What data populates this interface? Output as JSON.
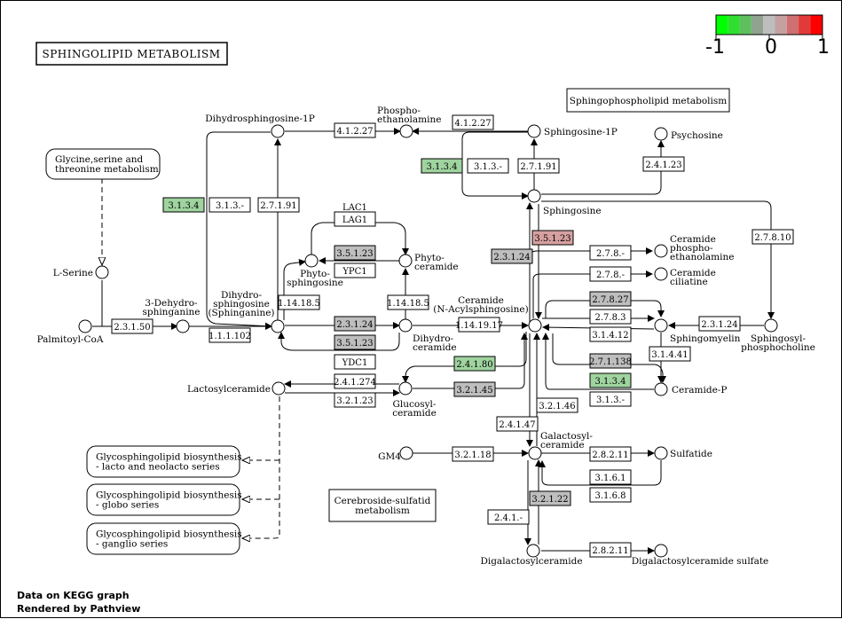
{
  "title": "SPHINGOLIPID METABOLISM",
  "footer": [
    "Data on KEGG graph",
    "Rendered by Pathview"
  ],
  "legend": {
    "min_label": "-1",
    "mid_label": "0",
    "max_label": "1",
    "colors": [
      "#00ff00",
      "#2fdf2f",
      "#5fbf5f",
      "#8fa38f",
      "#bebebe",
      "#c5a0a0",
      "#d07070",
      "#e03a3a",
      "#ff0000"
    ]
  },
  "colors": {
    "grey": "#bebebe",
    "green": "#9fd39f",
    "red": "#d6a0a0",
    "box": "#ffffff"
  },
  "maps": [
    {
      "id": "map-sphingophospholipid",
      "lines": [
        "Sphingophospholipid metabolism"
      ]
    },
    {
      "id": "map-gly-ser-thr",
      "lines": [
        "Glycine,serine and",
        "threonine metabolism"
      ]
    },
    {
      "id": "map-cerebroside",
      "lines": [
        "Cerebroside-sulfatid",
        "metabolism"
      ]
    },
    {
      "id": "map-gsl-lacto",
      "lines": [
        "Glycosphingolipid biosynthesis",
        "- lacto and neolacto series"
      ]
    },
    {
      "id": "map-gsl-globo",
      "lines": [
        "Glycosphingolipid biosynthesis",
        "- globo series"
      ]
    },
    {
      "id": "map-gsl-ganglio",
      "lines": [
        "Glycosphingolipid biosynthesis",
        "- ganglio series"
      ]
    }
  ],
  "compounds": [
    {
      "id": "palmitoyl-coa",
      "lines": [
        "Palmitoyl-CoA"
      ]
    },
    {
      "id": "l-serine",
      "lines": [
        "L-Serine"
      ]
    },
    {
      "id": "3-dehydrosphinganine",
      "lines": [
        "3-Dehydro-",
        "sphinganine"
      ]
    },
    {
      "id": "dihydrosphingosine",
      "lines": [
        "Dihydro-",
        "sphingosine",
        "(Sphinganine)"
      ]
    },
    {
      "id": "dihydrosphingosine-1p",
      "lines": [
        "Dihydrosphingosine-1P"
      ]
    },
    {
      "id": "phosphoethanolamine",
      "lines": [
        "Phospho-",
        "ethanolamine"
      ]
    },
    {
      "id": "sphingosine-1p",
      "lines": [
        "Sphingosine-1P"
      ]
    },
    {
      "id": "psychosine",
      "lines": [
        "Psychosine"
      ]
    },
    {
      "id": "sphingosine",
      "lines": [
        "Sphingosine"
      ]
    },
    {
      "id": "phytosphingosine",
      "lines": [
        "Phyto-",
        "sphingosine"
      ]
    },
    {
      "id": "phytoceramide",
      "lines": [
        "Phyto-",
        "ceramide"
      ]
    },
    {
      "id": "dihydroceramide",
      "lines": [
        "Dihydro-",
        "ceramide"
      ]
    },
    {
      "id": "ceramide",
      "lines": [
        "Ceramide",
        "(N-Acylsphingosine)"
      ]
    },
    {
      "id": "ceramide-phosphoethanolamine",
      "lines": [
        "Ceramide",
        "phospho-",
        "ethanolamine"
      ]
    },
    {
      "id": "ceramide-ciliatine",
      "lines": [
        "Ceramide",
        "ciliatine"
      ]
    },
    {
      "id": "sphingomyelin",
      "lines": [
        "Sphingomyelin"
      ]
    },
    {
      "id": "sphingosylphosphocholine",
      "lines": [
        "Sphingosyl-",
        "phosphocholine"
      ]
    },
    {
      "id": "ceramide-p",
      "lines": [
        "Ceramide-P"
      ]
    },
    {
      "id": "lactosylceramide",
      "lines": [
        "Lactosylceramide"
      ]
    },
    {
      "id": "glucosylceramide",
      "lines": [
        "Glucosyl-",
        "ceramide"
      ]
    },
    {
      "id": "gm4",
      "lines": [
        "GM4"
      ]
    },
    {
      "id": "galactosylceramide",
      "lines": [
        "Galactosyl-",
        "ceramide"
      ]
    },
    {
      "id": "sulfatide",
      "lines": [
        "Sulfatide"
      ]
    },
    {
      "id": "digalactosylceramide",
      "lines": [
        "Digalactosylceramide"
      ]
    },
    {
      "id": "digalactosylceramide-sulfate",
      "lines": [
        "Digalactosylceramide sulfate"
      ]
    }
  ],
  "enzymes": [
    {
      "id": "e1",
      "label": "4.1.2.27",
      "fill": "box"
    },
    {
      "id": "e2",
      "label": "4.1.2.27",
      "fill": "box"
    },
    {
      "id": "e3",
      "label": "3.1.3.4",
      "fill": "green"
    },
    {
      "id": "e4",
      "label": "3.1.3.-",
      "fill": "box"
    },
    {
      "id": "e5",
      "label": "2.7.1.91",
      "fill": "box"
    },
    {
      "id": "e6",
      "label": "2.4.1.23",
      "fill": "box"
    },
    {
      "id": "e7",
      "label": "3.1.3.4",
      "fill": "green"
    },
    {
      "id": "e8",
      "label": "3.1.3.-",
      "fill": "box"
    },
    {
      "id": "e9",
      "label": "2.7.1.91",
      "fill": "box"
    },
    {
      "id": "e10",
      "label": "LAC1",
      "fill": "none"
    },
    {
      "id": "e11",
      "label": "LAG1",
      "fill": "box"
    },
    {
      "id": "e12",
      "label": "3.5.1.23",
      "fill": "grey"
    },
    {
      "id": "e13",
      "label": "YPC1",
      "fill": "box"
    },
    {
      "id": "e14",
      "label": "3.5.1.23",
      "fill": "red"
    },
    {
      "id": "e15",
      "label": "2.7.8.10",
      "fill": "box"
    },
    {
      "id": "e16",
      "label": "2.3.1.24",
      "fill": "grey"
    },
    {
      "id": "e17",
      "label": "2.7.8.-",
      "fill": "box"
    },
    {
      "id": "e18",
      "label": "2.7.8.-",
      "fill": "box"
    },
    {
      "id": "e19",
      "label": "1.14.18.5",
      "fill": "box"
    },
    {
      "id": "e20",
      "label": "1.14.18.5",
      "fill": "box"
    },
    {
      "id": "e21",
      "label": "2.3.1.50",
      "fill": "box"
    },
    {
      "id": "e22",
      "label": "1.1.1.102",
      "fill": "box"
    },
    {
      "id": "e23",
      "label": "2.3.1.24",
      "fill": "grey"
    },
    {
      "id": "e24",
      "label": "3.5.1.23",
      "fill": "grey"
    },
    {
      "id": "e25",
      "label": "YDC1",
      "fill": "box"
    },
    {
      "id": "e26",
      "label": "1.14.19.17",
      "fill": "box"
    },
    {
      "id": "e27",
      "label": "2.7.8.27",
      "fill": "grey"
    },
    {
      "id": "e28",
      "label": "2.7.8.3",
      "fill": "box"
    },
    {
      "id": "e29",
      "label": "3.1.4.12",
      "fill": "box"
    },
    {
      "id": "e30",
      "label": "2.3.1.24",
      "fill": "box"
    },
    {
      "id": "e31",
      "label": "3.1.4.41",
      "fill": "box"
    },
    {
      "id": "e32",
      "label": "2.7.1.138",
      "fill": "grey"
    },
    {
      "id": "e33",
      "label": "3.1.3.4",
      "fill": "green"
    },
    {
      "id": "e34",
      "label": "3.1.3.-",
      "fill": "box"
    },
    {
      "id": "e35",
      "label": "2.4.1.80",
      "fill": "green"
    },
    {
      "id": "e36",
      "label": "2.4.1.274",
      "fill": "box"
    },
    {
      "id": "e37",
      "label": "3.2.1.23",
      "fill": "box"
    },
    {
      "id": "e38",
      "label": "3.2.1.45",
      "fill": "grey"
    },
    {
      "id": "e39",
      "label": "3.2.1.46",
      "fill": "box"
    },
    {
      "id": "e40",
      "label": "2.4.1.47",
      "fill": "box"
    },
    {
      "id": "e41",
      "label": "3.2.1.18",
      "fill": "box"
    },
    {
      "id": "e42",
      "label": "2.8.2.11",
      "fill": "box"
    },
    {
      "id": "e43",
      "label": "3.1.6.1",
      "fill": "box"
    },
    {
      "id": "e44",
      "label": "3.1.6.8",
      "fill": "box"
    },
    {
      "id": "e45",
      "label": "3.2.1.22",
      "fill": "grey"
    },
    {
      "id": "e46",
      "label": "2.4.1.-",
      "fill": "box"
    },
    {
      "id": "e47",
      "label": "2.8.2.11",
      "fill": "box"
    }
  ]
}
